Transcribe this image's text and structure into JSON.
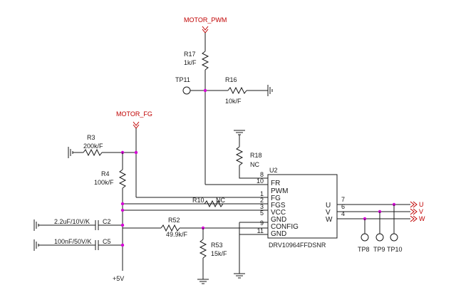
{
  "nets": {
    "motor_pwm": "MOTOR_PWM",
    "motor_fg": "MOTOR_FG",
    "supply": "+5V",
    "out_u": "U",
    "out_v": "V",
    "out_w": "W"
  },
  "ic": {
    "refdes": "U2",
    "part": "DRV10964FFDSNR",
    "pins": [
      {
        "num": "8",
        "name": "FR"
      },
      {
        "num": "10",
        "name": "PWM"
      },
      {
        "num": "1",
        "name": "FG"
      },
      {
        "num": "2",
        "name": "FGS"
      },
      {
        "num": "3",
        "name": "VCC"
      },
      {
        "num": "5",
        "name": "GND"
      },
      {
        "num": "9",
        "name": "CONFIG"
      },
      {
        "num": "11",
        "name": "GND"
      }
    ],
    "right_pins": [
      {
        "num": "7",
        "name": "U"
      },
      {
        "num": "6",
        "name": "V"
      },
      {
        "num": "4",
        "name": "W"
      }
    ]
  },
  "components": {
    "r17": {
      "ref": "R17",
      "value": "1k/F"
    },
    "r16": {
      "ref": "R16",
      "value": "10k/F"
    },
    "r18": {
      "ref": "R18",
      "value": "NC"
    },
    "r3": {
      "ref": "R3",
      "value": "200k/F"
    },
    "r4": {
      "ref": "R4",
      "value": "100k/F"
    },
    "r10": {
      "ref": "R10",
      "value": "NC"
    },
    "r52": {
      "ref": "R52",
      "value": "49.9k/F"
    },
    "r53": {
      "ref": "R53",
      "value": "15k/F"
    },
    "c2": {
      "ref": "C2",
      "value": "2.2uF/10V/K"
    },
    "c5": {
      "ref": "C5",
      "value": "100nF/50V/K"
    }
  },
  "test_points": {
    "tp11": "TP11",
    "tp8": "TP8",
    "tp9": "TP9",
    "tp10": "TP10"
  }
}
